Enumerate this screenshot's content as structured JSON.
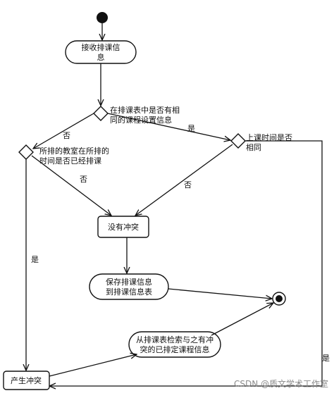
{
  "nodes": {
    "receive": {
      "line1": "接收排课信",
      "line2": "息"
    },
    "no_conflict": "没有冲突",
    "save": {
      "line1": "保存排课信息",
      "line2": "到排课信息表"
    },
    "retrieve": {
      "line1": "从排课表检索与之有冲",
      "line2": "突的已排定课程信息"
    },
    "conflict": "产生冲突"
  },
  "decisions": {
    "d1": {
      "line1": "在排课表中是否有相",
      "line2": "同的课程设置信息"
    },
    "d2": {
      "line1": "所排的教室在所排的",
      "line2": "时间是否已经排课"
    },
    "d3": {
      "line1": "上课时间是否",
      "line2": "相同"
    }
  },
  "edge_labels": {
    "d1_yes": "是",
    "d1_no": "否",
    "d2_no": "否",
    "d2_yes": "是",
    "d3_no": "否",
    "d3_yes": "是"
  },
  "watermark": "CSDN @质文学术工作室"
}
